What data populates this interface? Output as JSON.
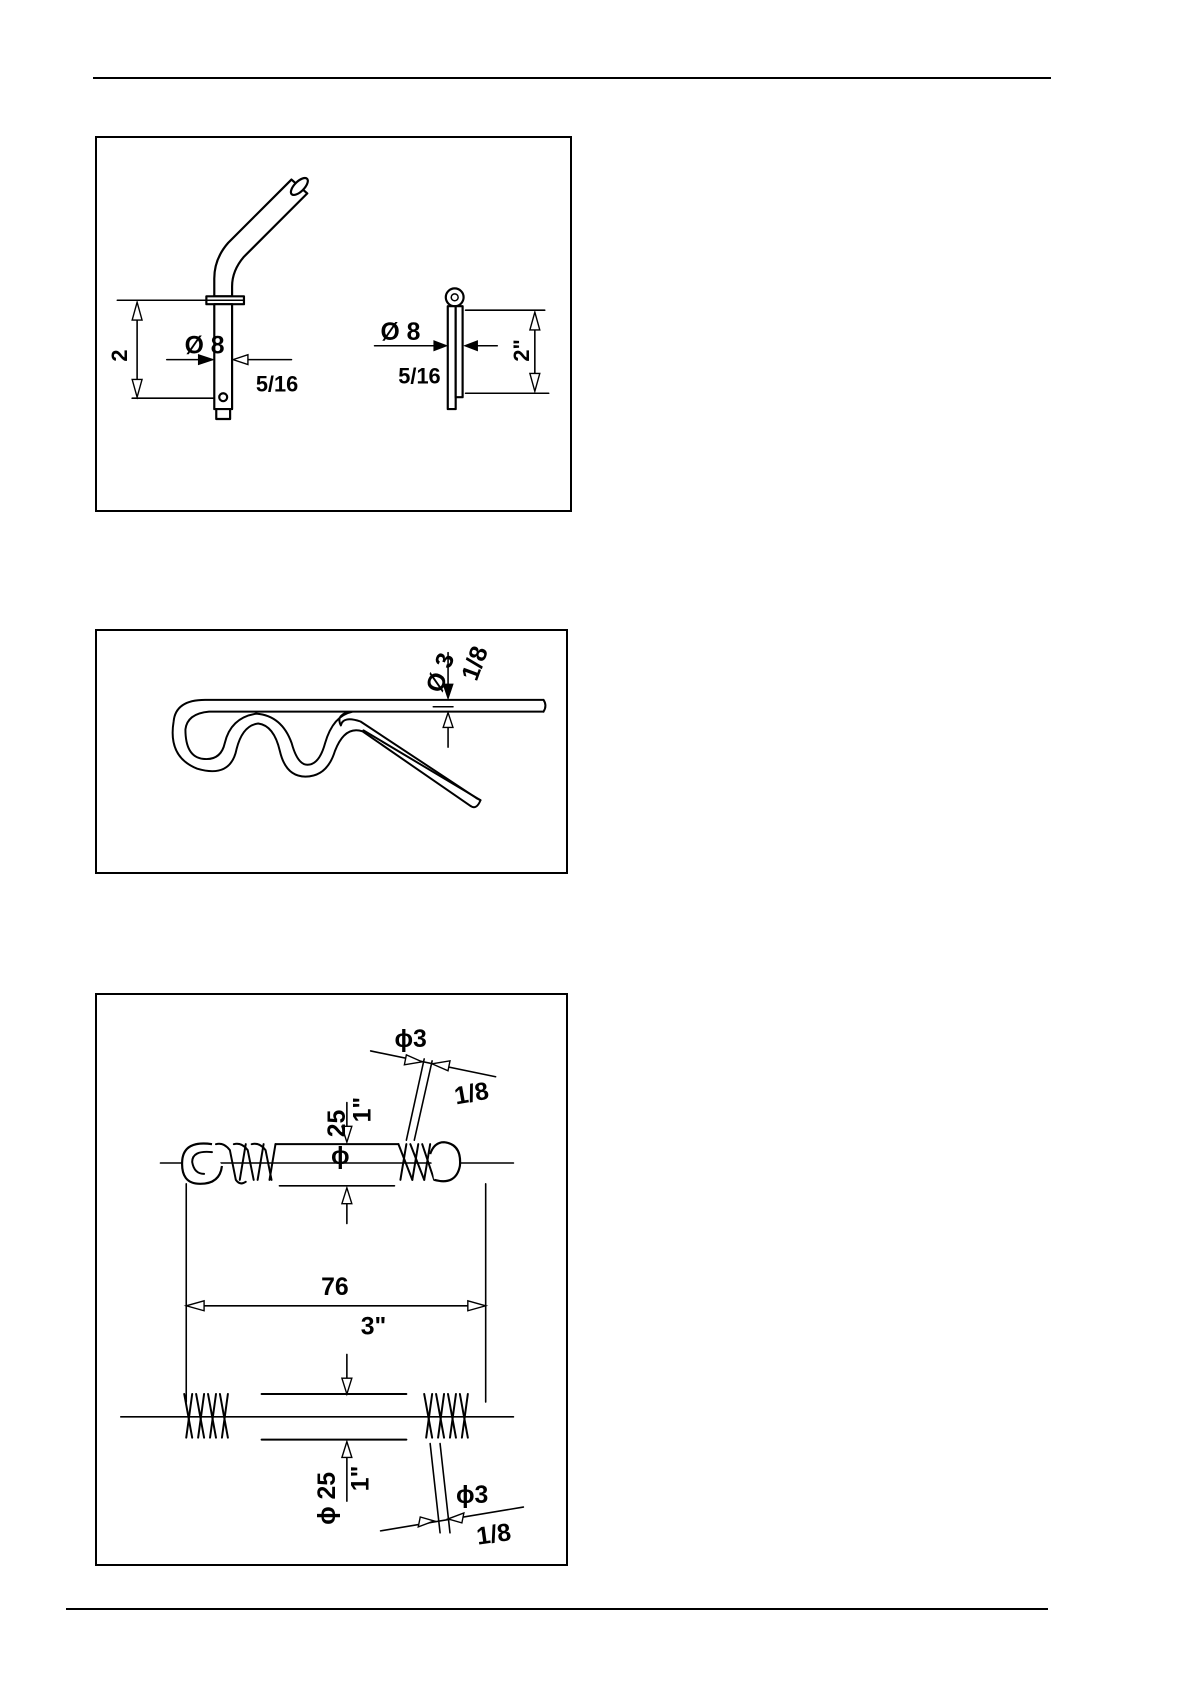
{
  "fig1": {
    "pin_length": "2",
    "pin_diameter_mm": "Ø 8",
    "pin_diameter_in": "5/16",
    "cotter_diameter_mm": "Ø 8",
    "cotter_diameter_in": "5/16",
    "cotter_length": "2\""
  },
  "fig2": {
    "wire_diameter_mm": "Ø 3",
    "wire_diameter_in": "1/8"
  },
  "fig3": {
    "wire_diameter_mm_top": "ϕ3",
    "wire_diameter_in_top": "1/8",
    "coil_diameter_mm_top": "25",
    "coil_diameter_in_top": "1\"",
    "coil_diameter_symbol_top": "ϕ",
    "length_mm": "76",
    "length_in": "3\"",
    "coil_diameter_mm_bottom": "ϕ 25",
    "coil_diameter_in_bottom": "1\"",
    "wire_diameter_mm_bottom": "ϕ3",
    "wire_diameter_in_bottom": "1/8"
  }
}
